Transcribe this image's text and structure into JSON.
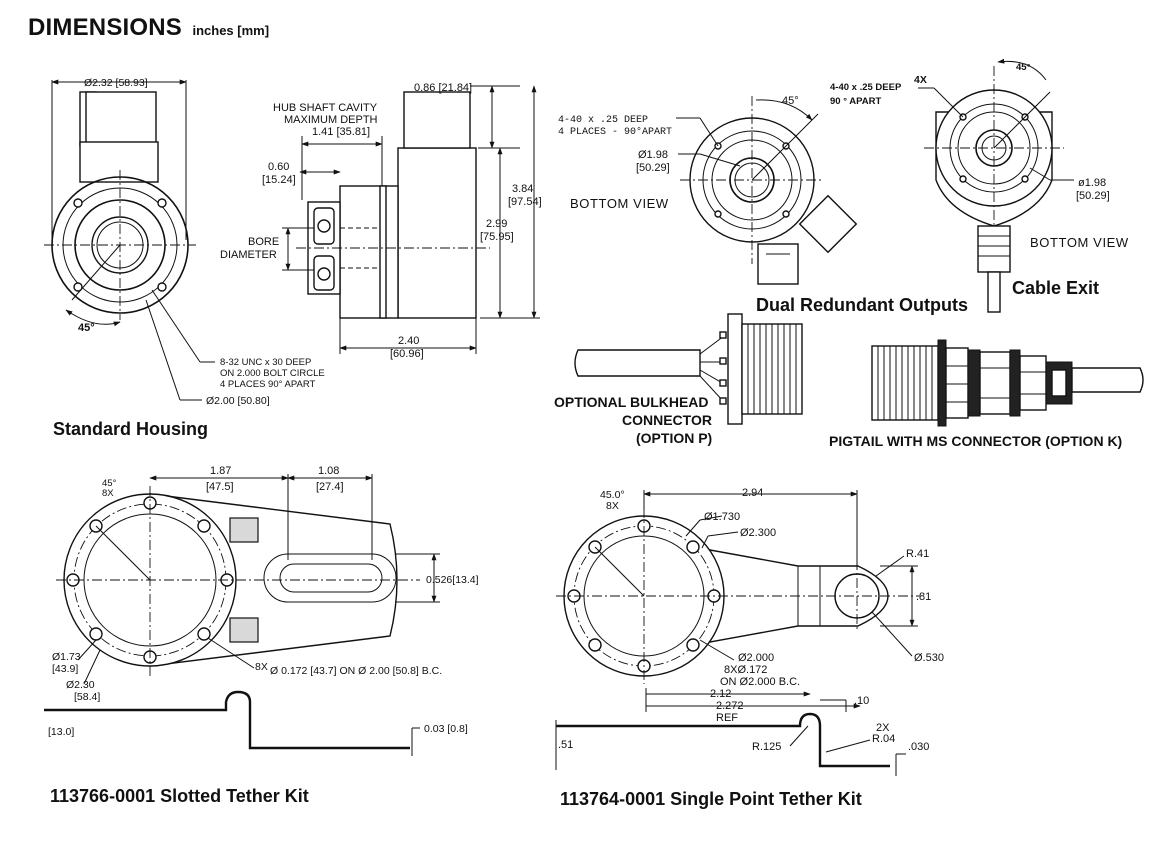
{
  "header": {
    "title": "DIMENSIONS",
    "units": "inches [mm]"
  },
  "standard_housing": {
    "caption": "Standard Housing",
    "dia_top": "Ø2.32 [58.93]",
    "hub_title_1": "HUB SHAFT CAVITY",
    "hub_title_2": "MAXIMUM DEPTH",
    "hub_depth": "1.41 [35.81]",
    "dim_060_a": "0.60",
    "dim_060_b": "[15.24]",
    "bore_1": "BORE",
    "bore_2": "DIAMETER",
    "dim_086": "0.86 [21.84]",
    "dim_384_a": "3.84",
    "dim_384_b": "[97.54]",
    "dim_299_a": "2.99",
    "dim_299_b": "[75.95]",
    "dim_240_a": "2.40",
    "dim_240_b": "[60.96]",
    "angle": "45°",
    "note_1": "8-32 UNC x 30 DEEP",
    "note_2": "ON 2.000 BOLT CIRCLE",
    "note_3": "4 PLACES 90° APART",
    "dia_bc": "Ø2.00 [50.80]"
  },
  "dual_outputs": {
    "caption": "Dual Redundant Outputs",
    "note_1": "4-40 x .25 DEEP",
    "note_2": "4 PLACES - 90°APART",
    "angle": "45°",
    "dia_a": "Ø1.98",
    "dia_b": "[50.29]",
    "bottom_view": "BOTTOM VIEW"
  },
  "cable_exit": {
    "caption": "Cable Exit",
    "note_1": "4-40 x .25 DEEP",
    "note_x": "4X",
    "note_2": "90 ° APART",
    "angle": "45°",
    "dia_a": "ø1.98",
    "dia_b": "[50.29]",
    "bottom_view": "BOTTOM VIEW"
  },
  "bulkhead": {
    "caption_1": "OPTIONAL BULKHEAD",
    "caption_2": "CONNECTOR",
    "caption_3": "(OPTION P)"
  },
  "pigtail": {
    "caption": "PIGTAIL WITH MS CONNECTOR  (OPTION K)"
  },
  "slotted_kit": {
    "caption": "113766-0001 Slotted Tether Kit",
    "angle_a": "45°",
    "angle_b": "8X",
    "dim_187_a": "1.87",
    "dim_187_b": "[47.5]",
    "dim_108_a": "1.08",
    "dim_108_b": "[27.4]",
    "dim_0526": "0.526[13.4]",
    "dia_173_a": "Ø1.73",
    "dia_173_b": "[43.9]",
    "dia_230_a": "Ø2.30",
    "dia_230_b": "[58.4]",
    "holes_x": "8X",
    "holes": "Ø 0.172 [43.7]  ON Ø 2.00 [50.8]  B.C.",
    "dim_130": "[13.0]",
    "dim_003": "0.03 [0.8]"
  },
  "single_kit": {
    "caption": "113764-0001 Single Point Tether Kit",
    "angle_a": "45.0°",
    "angle_b": "8X",
    "dim_294": "2.94",
    "dia_1730": "Ø1.730",
    "dia_2300": "Ø2.300",
    "r41": "R.41",
    "dim_81": ".81",
    "dia_530": "Ø.530",
    "dia_2000": "Ø2.000",
    "holes_1": "8XØ.172",
    "holes_2": "ON Ø2.000 B.C.",
    "dim_212": "2.12",
    "dim_2272": "2.272",
    "ref": "REF",
    "dim_10": ".10",
    "r125": "R.125",
    "r04_x": "2X",
    "r04": "R.04",
    "dim_030": ".030",
    "dim_51": ".51"
  }
}
